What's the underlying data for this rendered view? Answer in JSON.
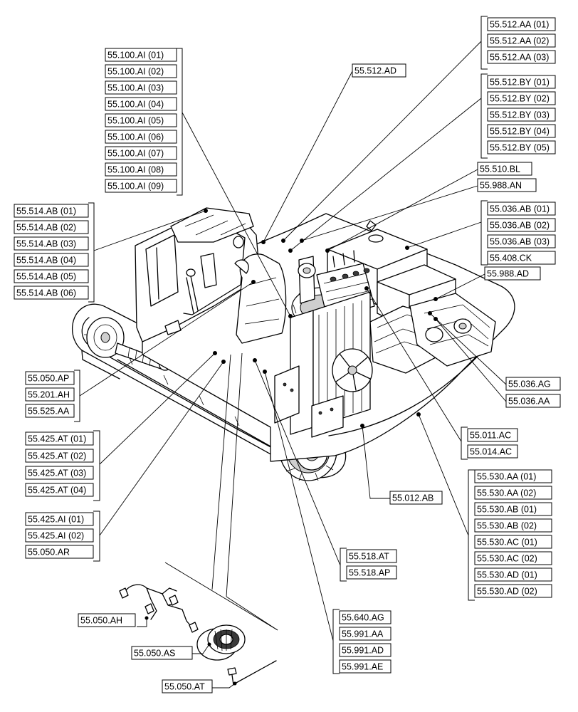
{
  "groups": [
    {
      "id": "g_100ai",
      "labels": [
        "55.100.AI (01)",
        "55.100.AI (02)",
        "55.100.AI (03)",
        "55.100.AI (04)",
        "55.100.AI (05)",
        "55.100.AI (06)",
        "55.100.AI (07)",
        "55.100.AI (08)",
        "55.100.AI (09)"
      ]
    },
    {
      "id": "g_512ad",
      "labels": [
        "55.512.AD"
      ]
    },
    {
      "id": "g_512aa",
      "labels": [
        "55.512.AA (01)",
        "55.512.AA (02)",
        "55.512.AA (03)"
      ]
    },
    {
      "id": "g_512by",
      "labels": [
        "55.512.BY (01)",
        "55.512.BY (02)",
        "55.512.BY (03)",
        "55.512.BY (04)",
        "55.512.BY (05)"
      ]
    },
    {
      "id": "g_510bl",
      "labels": [
        "55.510.BL"
      ]
    },
    {
      "id": "g_988an",
      "labels": [
        "55.988.AN"
      ]
    },
    {
      "id": "g_036ab",
      "labels": [
        "55.036.AB (01)",
        "55.036.AB (02)",
        "55.036.AB (03)",
        "55.408.CK"
      ]
    },
    {
      "id": "g_988ad",
      "labels": [
        "55.988.AD"
      ]
    },
    {
      "id": "g_514ab",
      "labels": [
        "55.514.AB (01)",
        "55.514.AB (02)",
        "55.514.AB (03)",
        "55.514.AB (04)",
        "55.514.AB (05)",
        "55.514.AB (06)"
      ]
    },
    {
      "id": "g_050ap",
      "labels": [
        "55.050.AP",
        "55.201.AH",
        "55.525.AA"
      ]
    },
    {
      "id": "g_036ag",
      "labels": [
        "55.036.AG"
      ]
    },
    {
      "id": "g_036aa",
      "labels": [
        "55.036.AA"
      ]
    },
    {
      "id": "g_011ac",
      "labels": [
        "55.011.AC",
        "55.014.AC"
      ]
    },
    {
      "id": "g_425at",
      "labels": [
        "55.425.AT (01)",
        "55.425.AT (02)",
        "55.425.AT (03)",
        "55.425.AT (04)"
      ]
    },
    {
      "id": "g_530",
      "labels": [
        "55.530.AA (01)",
        "55.530.AA (02)",
        "55.530.AB (01)",
        "55.530.AB (02)",
        "55.530.AC (01)",
        "55.530.AC (02)",
        "55.530.AD (01)",
        "55.530.AD (02)"
      ]
    },
    {
      "id": "g_012ab",
      "labels": [
        "55.012.AB"
      ]
    },
    {
      "id": "g_425ai",
      "labels": [
        "55.425.AI (01)",
        "55.425.AI (02)",
        "55.050.AR"
      ]
    },
    {
      "id": "g_518",
      "labels": [
        "55.518.AT",
        "55.518.AP"
      ]
    },
    {
      "id": "g_050ah",
      "labels": [
        "55.050.AH"
      ]
    },
    {
      "id": "g_640",
      "labels": [
        "55.640.AG",
        "55.991.AA",
        "55.991.AD",
        "55.991.AE"
      ]
    },
    {
      "id": "g_050as",
      "labels": [
        "55.050.AS"
      ]
    },
    {
      "id": "g_050at",
      "labels": [
        "55.050.AT"
      ]
    }
  ],
  "colors": {
    "ink": "#000000",
    "paper": "#ffffff",
    "shade": "#cfcfcf"
  }
}
